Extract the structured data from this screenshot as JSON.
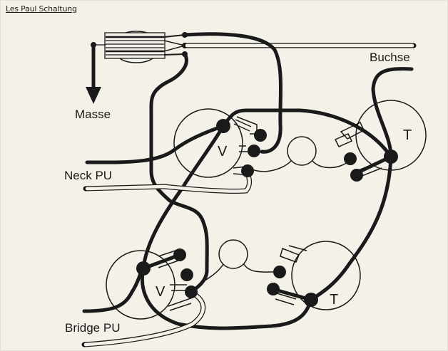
{
  "title": "Les Paul Schaltung",
  "labels": {
    "ground": "Masse",
    "jack": "Buchse",
    "neck_pickup": "Neck PU",
    "bridge_pickup": "Bridge PU"
  },
  "components": {
    "neck_volume": "V",
    "neck_tone": "T",
    "bridge_volume": "V",
    "bridge_tone": "T",
    "switch": "toggle-switch",
    "capacitors": [
      "neck-tone-capacitor",
      "bridge-tone-capacitor"
    ]
  },
  "colors": {
    "background": "#f4f2e8",
    "ink": "#1a1a1a"
  }
}
